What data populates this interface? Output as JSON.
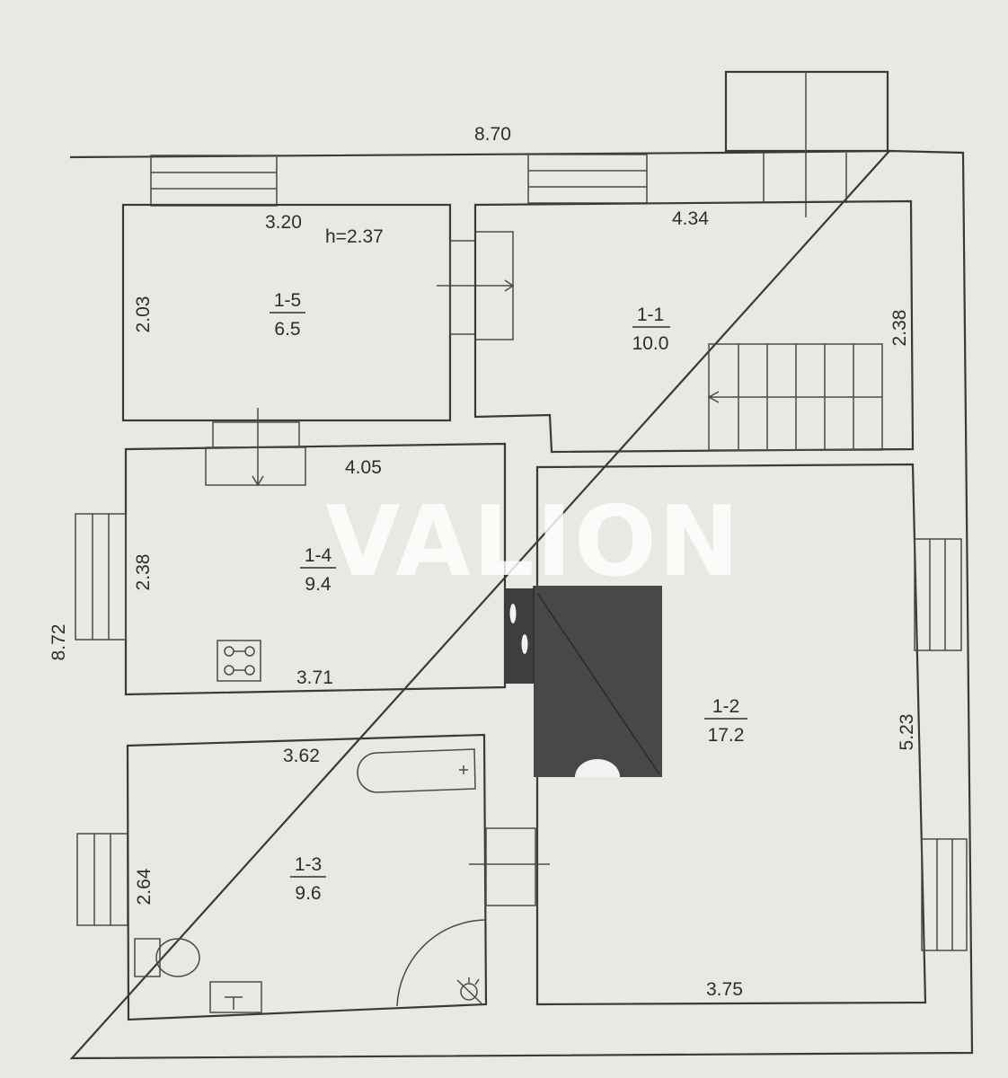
{
  "watermark": "VALION",
  "dimensions": {
    "overall_width": "8.70",
    "overall_depth": "8.72",
    "room_1_5_width": "3.20",
    "ceiling_height": "h=2.37",
    "room_1_5_depth": "2.03",
    "room_1_1_width": "4.34",
    "room_1_1_depth": "2.38",
    "room_1_4_top": "4.05",
    "room_1_4_depth": "2.38",
    "room_1_4_bottom": "3.71",
    "room_1_3_width": "3.62",
    "room_1_3_depth": "2.64",
    "room_1_2_depth": "5.23",
    "room_1_2_width": "3.75"
  },
  "rooms": [
    {
      "id": "1-5",
      "area": "6.5"
    },
    {
      "id": "1-1",
      "area": "10.0"
    },
    {
      "id": "1-4",
      "area": "9.4"
    },
    {
      "id": "1-2",
      "area": "17.2"
    },
    {
      "id": "1-3",
      "area": "9.6"
    }
  ]
}
